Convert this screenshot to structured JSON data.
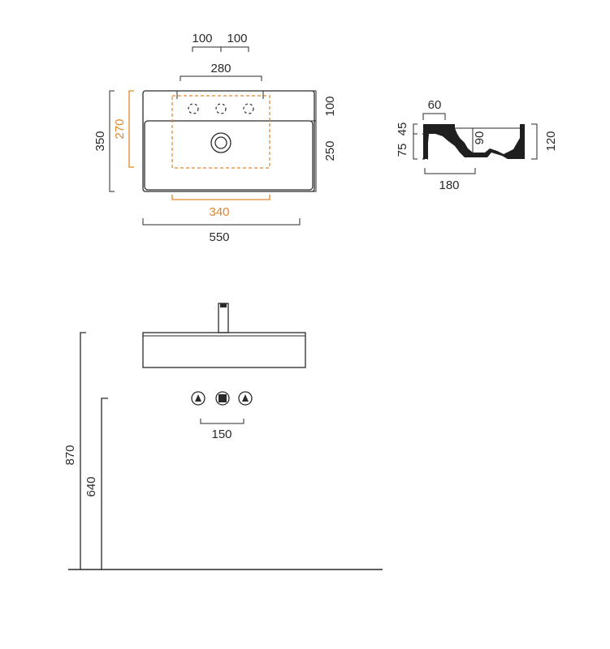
{
  "top_view": {
    "dim_tap_spacing_left": "100",
    "dim_tap_spacing_right": "100",
    "dim_tap_span": "280",
    "dim_depth_total": "350",
    "dim_inner_depth": "270",
    "dim_deck": "100",
    "dim_bowl": "250",
    "dim_inner_width": "340",
    "dim_width": "550"
  },
  "section_view": {
    "dim_rim": "60",
    "dim_upper": "45",
    "dim_lower": "75",
    "dim_inner_height": "90",
    "dim_height": "120",
    "dim_base": "180"
  },
  "elevation_view": {
    "dim_valve_spacing": "150",
    "dim_basin_height": "870",
    "dim_valve_height": "640"
  },
  "colors": {
    "line": "#2a2a2a",
    "accent": "#e0862a"
  }
}
